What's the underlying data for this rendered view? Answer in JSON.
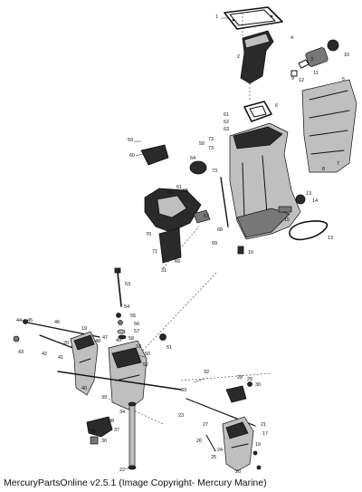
{
  "footer": {
    "text": "MercuryPartsOnline v2.5.1 (Image Copyright- Mercury Marine)"
  },
  "part_labels": [
    {
      "label": "1"
    },
    {
      "label": "2"
    },
    {
      "label": "3"
    },
    {
      "label": "4"
    },
    {
      "label": "5"
    },
    {
      "label": "6"
    },
    {
      "label": "7"
    },
    {
      "label": "8"
    },
    {
      "label": "9"
    },
    {
      "label": "10"
    },
    {
      "label": "11"
    },
    {
      "label": "12"
    },
    {
      "label": "13"
    },
    {
      "label": "14"
    },
    {
      "label": "15"
    },
    {
      "label": "16"
    },
    {
      "label": "13"
    },
    {
      "label": "59"
    },
    {
      "label": "60"
    },
    {
      "label": "61"
    },
    {
      "label": "62"
    },
    {
      "label": "63"
    },
    {
      "label": "73"
    },
    {
      "label": "50"
    },
    {
      "label": "73"
    },
    {
      "label": "64"
    },
    {
      "label": "73"
    },
    {
      "label": "65"
    },
    {
      "label": "62"
    },
    {
      "label": "61"
    },
    {
      "label": "67"
    },
    {
      "label": "68"
    },
    {
      "label": "69"
    },
    {
      "label": "70"
    },
    {
      "label": "71"
    },
    {
      "label": "66"
    },
    {
      "label": "31"
    },
    {
      "label": "53"
    },
    {
      "label": "54"
    },
    {
      "label": "55"
    },
    {
      "label": "56"
    },
    {
      "label": "57"
    },
    {
      "label": "58"
    },
    {
      "label": "44"
    },
    {
      "label": "45"
    },
    {
      "label": "46"
    },
    {
      "label": "19"
    },
    {
      "label": "43"
    },
    {
      "label": "42"
    },
    {
      "label": "41"
    },
    {
      "label": "20"
    },
    {
      "label": "48"
    },
    {
      "label": "47"
    },
    {
      "label": "49"
    },
    {
      "label": "18"
    },
    {
      "label": "50"
    },
    {
      "label": "51"
    },
    {
      "label": "52"
    },
    {
      "label": "32"
    },
    {
      "label": "33"
    },
    {
      "label": "40"
    },
    {
      "label": "39"
    },
    {
      "label": "34"
    },
    {
      "label": "38"
    },
    {
      "label": "37"
    },
    {
      "label": "36"
    },
    {
      "label": "35"
    },
    {
      "label": "22"
    },
    {
      "label": "23"
    },
    {
      "label": "24"
    },
    {
      "label": "25"
    },
    {
      "label": "26"
    },
    {
      "label": "27"
    },
    {
      "label": "28"
    },
    {
      "label": "29"
    },
    {
      "label": "30"
    },
    {
      "label": "21"
    },
    {
      "label": "17"
    },
    {
      "label": "19"
    },
    {
      "label": "20"
    }
  ]
}
